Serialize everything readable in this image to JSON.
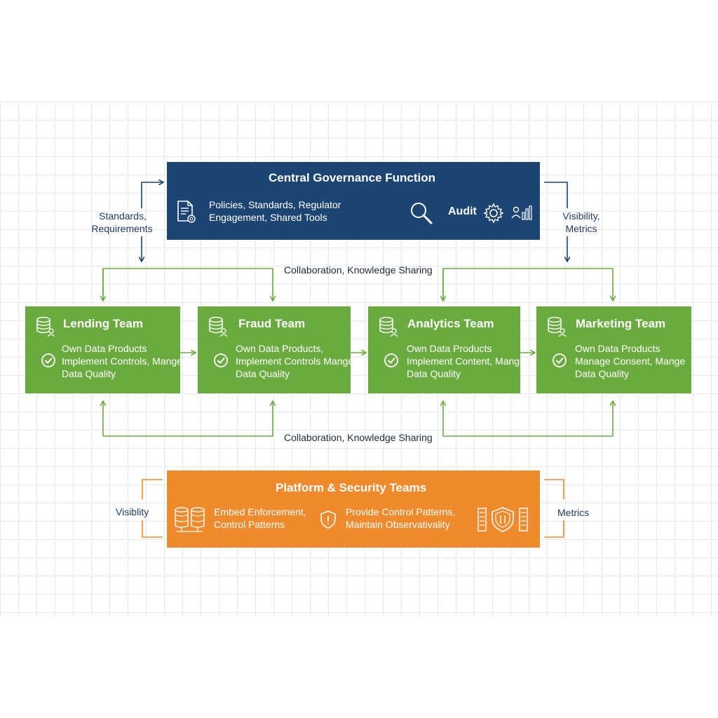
{
  "governance": {
    "title": "Central Governance Function",
    "description_line1": "Policies, Standards, Regulator",
    "description_line2": "Engagement, Shared Tools",
    "audit_label": "Audit",
    "icons": [
      "policy-document-icon",
      "magnifier-icon",
      "gear-icon",
      "people-chart-icon"
    ]
  },
  "side_labels": {
    "left_top_line1": "Standards,",
    "left_top_line2": "Requirements",
    "right_top_line1": "Visibility,",
    "right_top_line2": "Metrics",
    "left_bottom": "Visiblity",
    "right_bottom": "Metrics"
  },
  "collaboration": {
    "top_label": "Collaboration, Knowledge Sharing",
    "bottom_label": "Collaboration, Knowledge Sharing"
  },
  "teams": [
    {
      "title": "Lending Team",
      "line1": "Own Data Products",
      "line2": "Implement Controls, Mange",
      "line3": "Data Quality"
    },
    {
      "title": "Fraud Team",
      "line1": "Own Data Products,",
      "line2": "Implement Controls Mange",
      "line3": "Data Quality"
    },
    {
      "title": "Analytics Team",
      "line1": "Own Data Products",
      "line2": "Implement Content, Mange",
      "line3": "Data Quality"
    },
    {
      "title": "Marketing Team",
      "line1": "Own Data Products",
      "line2": "Manage Consent, Mange",
      "line3": "Data Quality"
    }
  ],
  "platform": {
    "title": "Platform & Security Teams",
    "left_text_line1": "Embed Enforcement,",
    "left_text_line2": "Control Patterns",
    "right_text_line1": "Provide Control Patterns,",
    "right_text_line2": "Maintain Observativality",
    "icons": [
      "server-stack-icon",
      "shield-icon",
      "secure-server-icon"
    ]
  },
  "colors": {
    "governance_bg": "#1c4573",
    "team_bg": "#6aab3f",
    "platform_bg": "#ef8a2d",
    "navy_arrow": "#1c4573",
    "green_arrow": "#6aab3f",
    "orange_bracket": "#ef8a2d"
  }
}
